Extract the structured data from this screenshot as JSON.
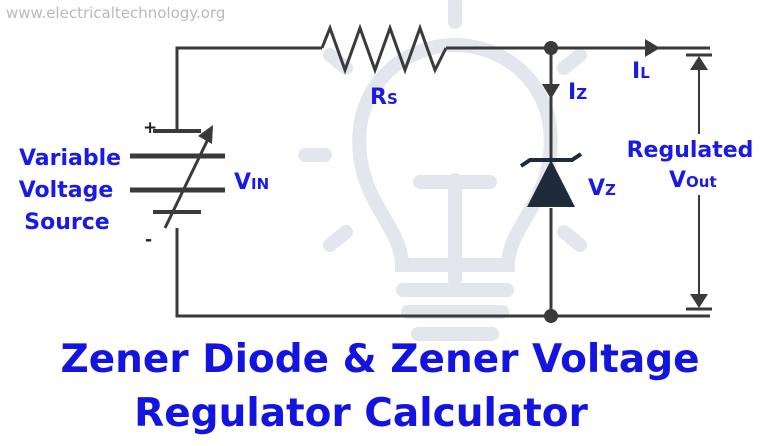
{
  "watermark": "www.electricaltechnology.org",
  "source": {
    "line1": "Variable",
    "line2": "Voltage",
    "line3": "Source"
  },
  "polarity": {
    "plus": "+",
    "minus": "-"
  },
  "vin": {
    "main": "V",
    "sub": "IN"
  },
  "rs": {
    "main": "R",
    "sub": "S"
  },
  "iz": {
    "main": "I",
    "sub": "Z"
  },
  "il": {
    "main": "I",
    "sub": "L"
  },
  "vz": {
    "main": "V",
    "sub": "Z"
  },
  "regulated": {
    "line1": "Regulated",
    "main": "V",
    "sub": "Out"
  },
  "title": {
    "line1": "Zener Diode & Zener Voltage",
    "line2": "Regulator Calculator"
  },
  "colors": {
    "label": "#1a1ae6",
    "wire": "#3a3a3a",
    "watermark": "#b9b9b9"
  }
}
